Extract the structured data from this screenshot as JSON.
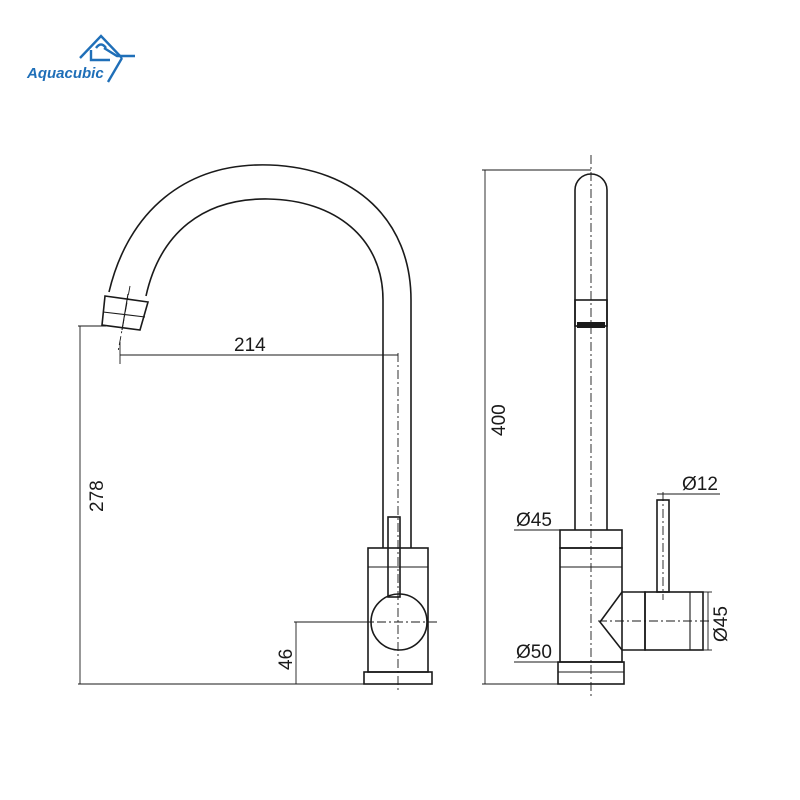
{
  "brand": {
    "name": "Aquacubic",
    "color": "#1f6fb8"
  },
  "front_view": {
    "spout_reach": "214",
    "spout_height": "278",
    "lever_height": "46"
  },
  "side_view": {
    "total_height": "400",
    "handle_diameter": "Ø12",
    "body_diameter": "Ø45",
    "base_diameter": "Ø50",
    "cartridge_diameter": "Ø45"
  }
}
